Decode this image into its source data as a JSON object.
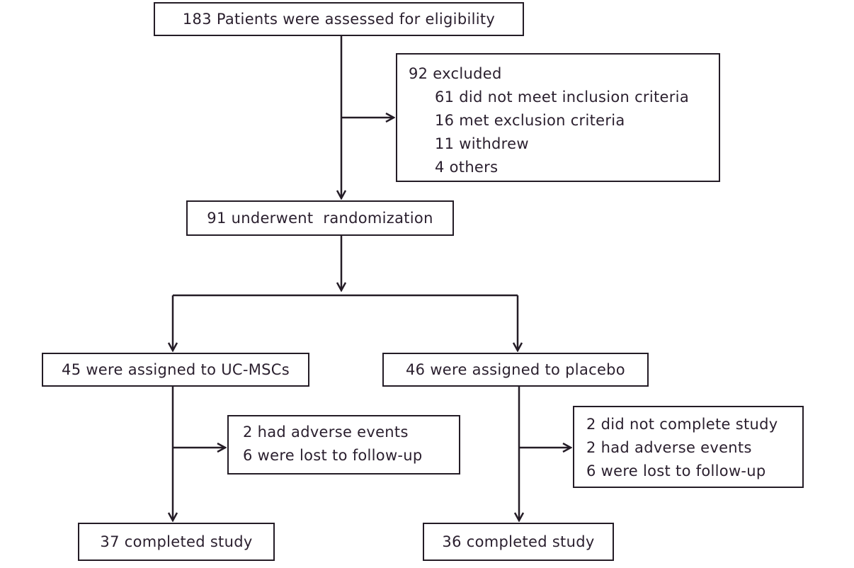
{
  "flow": {
    "assessed": "183 Patients were assessed for eligibility",
    "excluded": {
      "title": "92 excluded",
      "reasons": [
        "61 did not meet inclusion criteria",
        "16 met exclusion criteria",
        "11 withdrew",
        "4 others"
      ]
    },
    "randomized": "91 underwent  randomization",
    "uc_msc_arm": {
      "assigned": "45 were assigned to UC-MSCs",
      "losses": [
        "2 had adverse events",
        "6 were lost to follow-up"
      ],
      "completed": "37 completed study"
    },
    "placebo_arm": {
      "assigned": "46 were assigned to placebo",
      "losses": [
        "2 did not complete study",
        "2 had adverse events",
        "6 were lost to follow-up"
      ],
      "completed": "36 completed study"
    }
  },
  "colors": {
    "line": "#241c26",
    "text": "#2a1f2e",
    "background": "#ffffff"
  }
}
